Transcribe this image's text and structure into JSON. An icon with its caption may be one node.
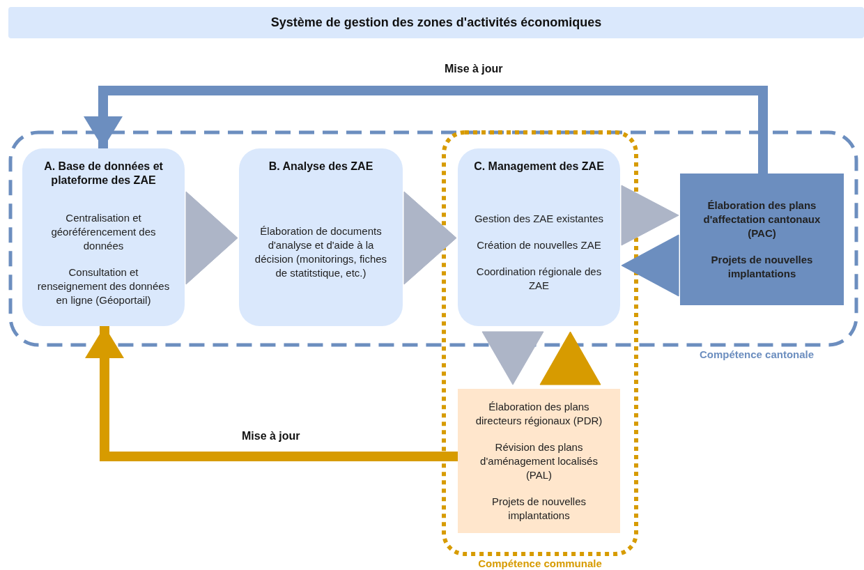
{
  "diagram": {
    "title": "Système de gestion des zones d'activités économiques",
    "nodes": [
      {
        "text": [
          "Compétence cantonale"
        ]
      },
      {
        "text": [
          "Compétence communale"
        ]
      },
      {
        "text": [
          "A. Base de données et plateforme des ZAE",
          "Centralisation et géoréférencement des données",
          "Consultation et renseignement des données en ligne (Géoportail)"
        ],
        "in": 0
      },
      {
        "text": [
          "B. Analyse des ZAE",
          "Élaboration de documents d'analyse et d'aide à la décision (monitorings, fiches de statitstique, etc.)"
        ],
        "in": 0
      },
      {
        "text": [
          "C. Management des ZAE",
          "Gestion des ZAE existantes",
          "Création de nouvelles ZAE",
          "Coordination régionale des ZAE"
        ]
      },
      {
        "text": [
          "Élaboration des plans d'affectation cantonaux (PAC)",
          "Projets de nouvelles implantations"
        ],
        "in": 0
      },
      {
        "text": [
          "Élaboration des plans directeurs régionaux (PDR)",
          "Révision des plans d'aménagement localisés (PAL)",
          "Projets de nouvelles implantations"
        ],
        "in": 1
      }
    ],
    "edges": [
      {
        "from": 2,
        "to": 3,
        "arrow": "to"
      },
      {
        "from": 3,
        "to": 4,
        "arrow": "to"
      },
      {
        "from": 4,
        "to": 5,
        "arrow": "to"
      },
      {
        "from": 5,
        "to": 4,
        "arrow": "to",
        "color": "#6c8ebf"
      },
      {
        "from": 4,
        "to": 6,
        "arrow": "to"
      },
      {
        "from": 6,
        "to": 4,
        "arrow": "to",
        "color": "#d79b00"
      },
      {
        "from": 5,
        "to": 2,
        "arrow": "to",
        "label": "Mise à jour",
        "color": "#6c8ebf"
      },
      {
        "from": 6,
        "to": 2,
        "arrow": "to",
        "label": "Mise à jour",
        "color": "#d79b00"
      }
    ]
  }
}
